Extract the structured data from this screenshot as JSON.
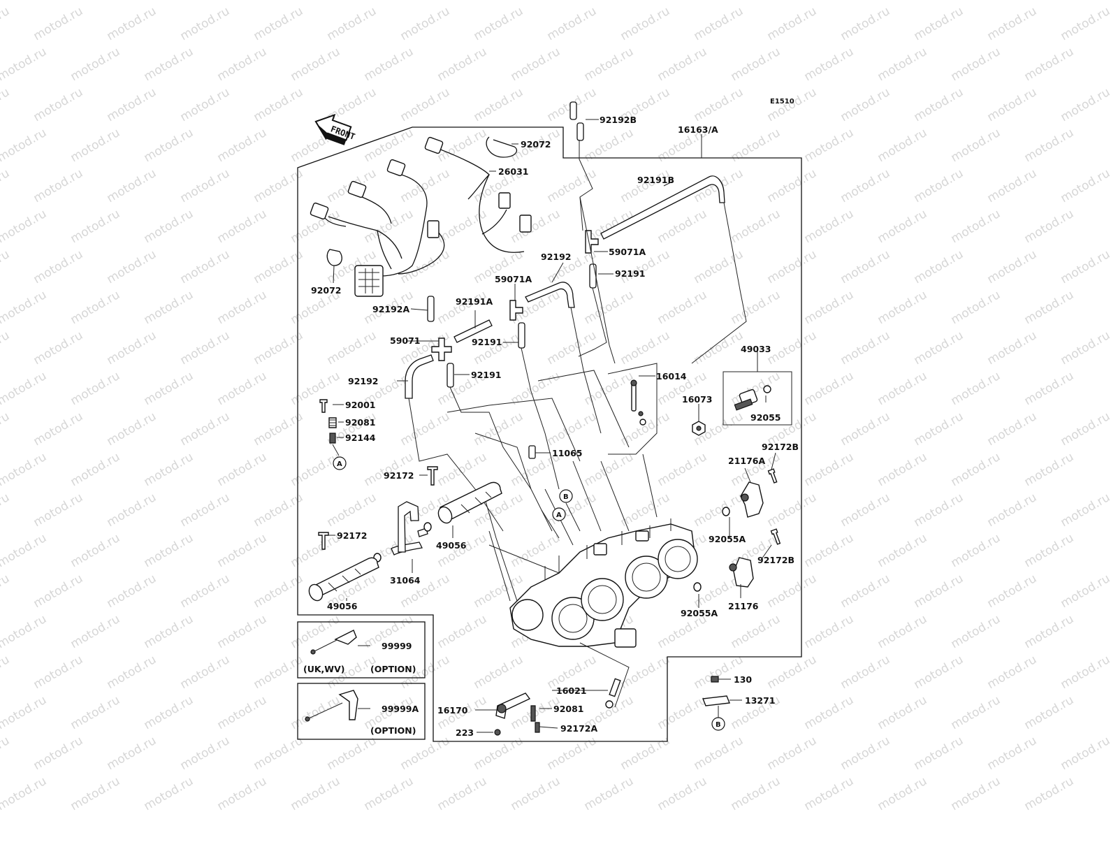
{
  "diagram_code": "E1510",
  "front_label": "FRONT",
  "watermark_text": "motod.ru",
  "labels": {
    "92192B": "92192B",
    "16163A": "16163/A",
    "92072_top": "92072",
    "26031": "26031",
    "92191B": "92191B",
    "59071A_top": "59071A",
    "92192_top": "92192",
    "92191_top": "92191",
    "92072_left": "92072",
    "59071A_mid": "59071A",
    "92192A": "92192A",
    "92191A": "92191A",
    "59071": "59071",
    "92191_mid": "92191",
    "92192_left": "92192",
    "92191_low": "92191",
    "49033": "49033",
    "16014": "16014",
    "16073": "16073",
    "92055": "92055",
    "92001": "92001",
    "92081_left": "92081",
    "92144": "92144",
    "11065": "11065",
    "92172B_top": "92172B",
    "21176A": "21176A",
    "92172_mid": "92172",
    "92055A_top": "92055A",
    "92172_left": "92172",
    "49056_mid": "49056",
    "92172B_low": "92172B",
    "31064": "31064",
    "49056_low": "49056",
    "21176": "21176",
    "92055A_low": "92055A",
    "99999": "99999",
    "99999A": "99999A",
    "16021": "16021",
    "16170": "16170",
    "92081_low": "92081",
    "223": "223",
    "92172A": "92172A",
    "130": "130",
    "13271": "13271"
  },
  "callouts": {
    "A": "A",
    "B": "B"
  },
  "option_boxes": {
    "box1_region": "(UK,WV)",
    "box1_option": "(OPTION)",
    "box2_option": "(OPTION)"
  }
}
